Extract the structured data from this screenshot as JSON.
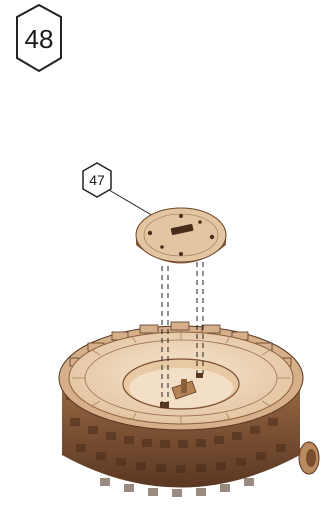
{
  "step": {
    "number": "48"
  },
  "callouts": [
    {
      "part_number": "47"
    }
  ],
  "colors": {
    "wood_light": "#f0dcc2",
    "wood_mid": "#d6b08a",
    "wood_dark": "#7a4e30",
    "wood_edge": "#5a3722",
    "line": "#222222"
  },
  "icons": [
    "step-hexagon-icon",
    "part-hexagon-icon",
    "dashed-guide-line",
    "wooden-disc-part",
    "gear-stack-assembly"
  ]
}
